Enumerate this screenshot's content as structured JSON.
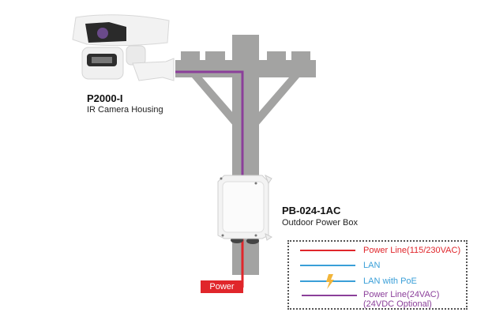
{
  "camera": {
    "model": "P2000-I",
    "description": "IR Camera Housing"
  },
  "power_box": {
    "model": "PB-024-1AC",
    "description": "Outdoor Power Box"
  },
  "power_label": "Power",
  "legend": {
    "items": [
      {
        "label": "Power Line(115/230VAC)",
        "color": "#e0262b",
        "icon": "line"
      },
      {
        "label": "LAN",
        "color": "#3a9fd8",
        "icon": "line"
      },
      {
        "label": "LAN with PoE",
        "color": "#3a9fd8",
        "icon": "lightning-bolt-icon"
      },
      {
        "label": "Power Line(24VAC)",
        "label2": "(24VDC Optional)",
        "color": "#8b3f9a",
        "icon": "line"
      }
    ]
  },
  "colors": {
    "pole": "#a3a3a2",
    "red": "#e0262b",
    "purple": "#8b3f9a",
    "blue": "#3a9fd8",
    "bolt": "#f2b53a"
  }
}
